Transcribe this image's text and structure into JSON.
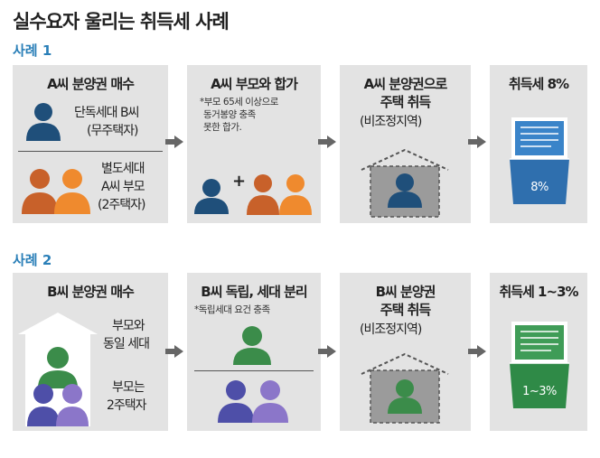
{
  "title": "실수요자 울리는 취득세 사례",
  "case1": {
    "label": "사례 1",
    "box1": {
      "title": "A씨 분양권 매수",
      "line1": "단독세대 B씨",
      "line2": "(무주택자)",
      "line3": "별도세대",
      "line4": "A씨 부모",
      "line5": "(2주택자)"
    },
    "box2": {
      "title": "A씨 부모와 합가",
      "note1": "*부모 65세 이상으로",
      "note2": "동거봉양 충족",
      "note3": "못한 합가.",
      "plus": "+"
    },
    "box3": {
      "title1": "A씨 분양권으로",
      "title2": "주택 취득",
      "sub": "(비조정지역)"
    },
    "box4": {
      "title": "취득세 8%",
      "doc_value": "8%"
    }
  },
  "case2": {
    "label": "사례 2",
    "box1": {
      "title": "B씨 분양권 매수",
      "line1": "부모와",
      "line2": "동일 세대",
      "line3": "부모는",
      "line4": "2주택자"
    },
    "box2": {
      "title": "B씨 독립, 세대 분리",
      "note1": "*독립세대 요건 충족"
    },
    "box3": {
      "title1": "B씨 분양권",
      "title2": "주택 취득",
      "sub": "(비조정지역)"
    },
    "box4": {
      "title": "취득세 1~3%",
      "doc_value": "1~3%"
    }
  },
  "colors": {
    "case_label": "#2a7fb8",
    "box_bg": "#e3e3e3",
    "navy_person": "#1f4f7a",
    "orange_dark": "#c8612a",
    "orange_light": "#ef8a2e",
    "blue_doc": "#3a84c9",
    "green_person": "#3b8c4a",
    "green_doc": "#3f9c57",
    "purple_dark": "#4e4fa8",
    "purple_light": "#8b76c9",
    "arrow": "#666666"
  }
}
